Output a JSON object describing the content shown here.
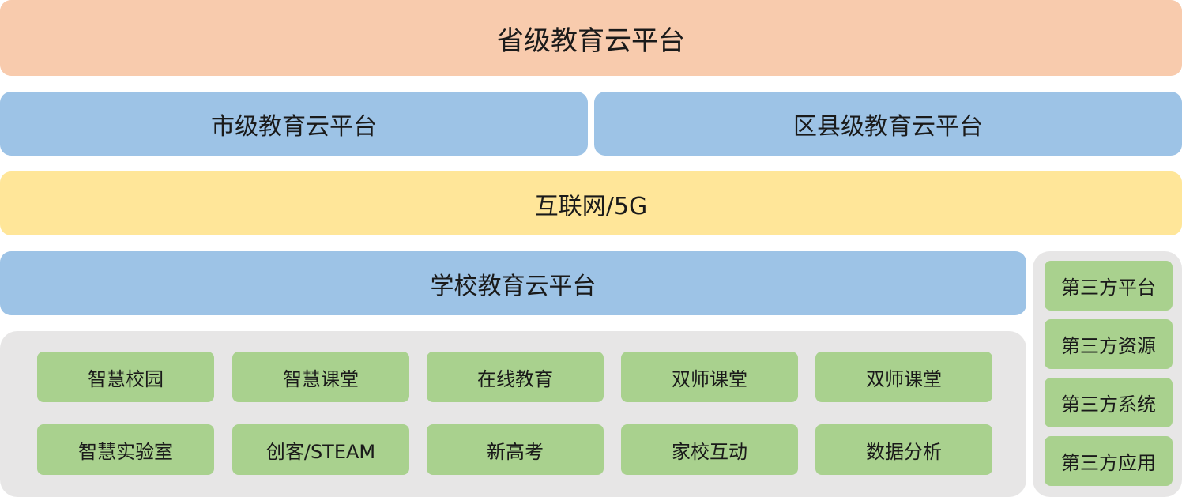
{
  "layers": {
    "province": "省级教育云平台",
    "city": "市级教育云平台",
    "district": "区县级教育云平台",
    "internet": "互联网/5G",
    "school": "学校教育云平台"
  },
  "school_apps": {
    "row1": [
      "智慧校园",
      "智慧课堂",
      "在线教育",
      "双师课堂",
      "双师课堂"
    ],
    "row2": [
      "智慧实验室",
      "创客/STEAM",
      "新高考",
      "家校互动",
      "数据分析"
    ]
  },
  "third_party": [
    "第三方平台",
    "第三方资源",
    "第三方系统",
    "第三方应用"
  ],
  "colors": {
    "province": "#f8cbad",
    "platform": "#9dc3e6",
    "network": "#ffe699",
    "app": "#a9d18e",
    "container": "#e7e6e6"
  }
}
